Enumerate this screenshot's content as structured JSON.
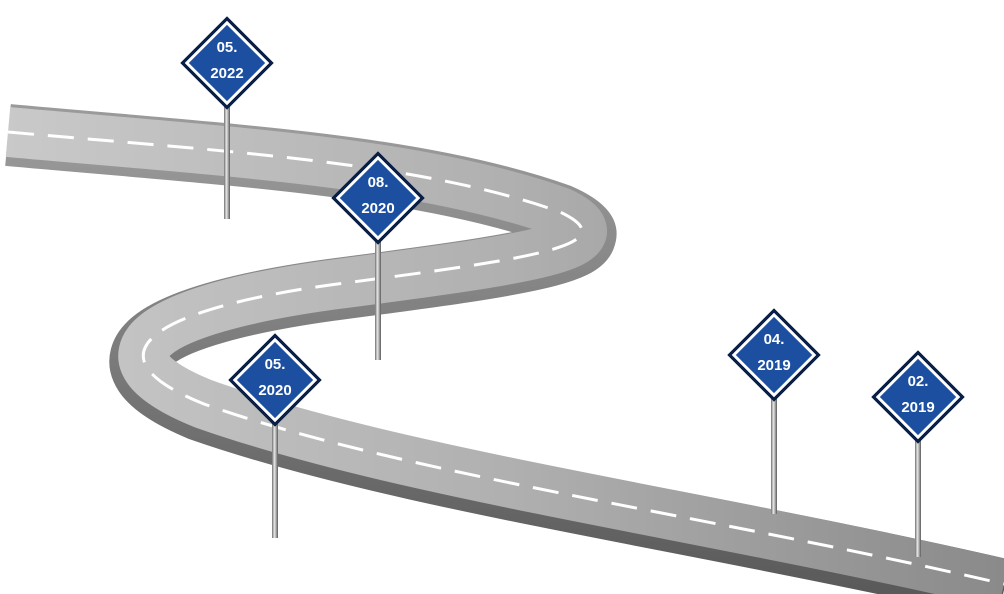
{
  "signs": [
    {
      "line1": "05.",
      "line2": "2022"
    },
    {
      "line1": "08.",
      "line2": "2020"
    },
    {
      "line1": "05.",
      "line2": "2020"
    },
    {
      "line1": "04.",
      "line2": "2019"
    },
    {
      "line1": "02.",
      "line2": "2019"
    }
  ],
  "colors": {
    "sign_fill": "#1c4fa0",
    "sign_border": "#0b1e44",
    "road_dark": "#7d7d7d",
    "road_light": "#cfcfcf",
    "lane_marking": "#ffffff"
  }
}
